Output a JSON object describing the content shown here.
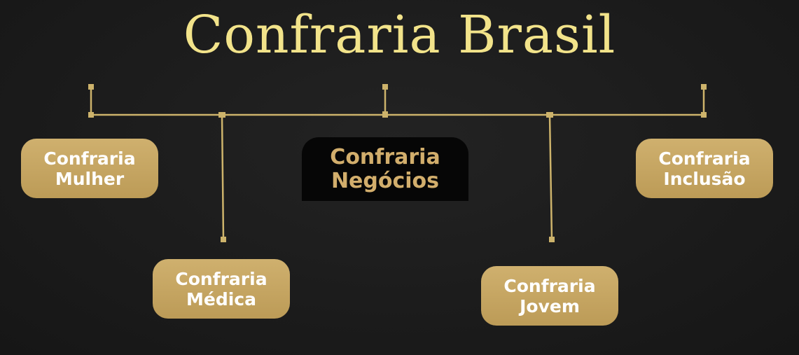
{
  "title": "Confraria Brasil",
  "colors": {
    "title": "#F2E38A",
    "line": "#CDB36B",
    "node_gold": "#C6A663",
    "node_dark": "#060606",
    "node_dark_text": "#D2AE6C",
    "background": "#1b1b1b"
  },
  "nodes": {
    "mulher": {
      "line1": "Confraria",
      "line2": "Mulher"
    },
    "medica": {
      "line1": "Confraria",
      "line2": "Médica"
    },
    "negocios": {
      "line1": "Confraria",
      "line2": "Negócios"
    },
    "jovem": {
      "line1": "Confraria",
      "line2": "Jovem"
    },
    "inclusao": {
      "line1": "Confraria",
      "line2": "Inclusão"
    }
  }
}
